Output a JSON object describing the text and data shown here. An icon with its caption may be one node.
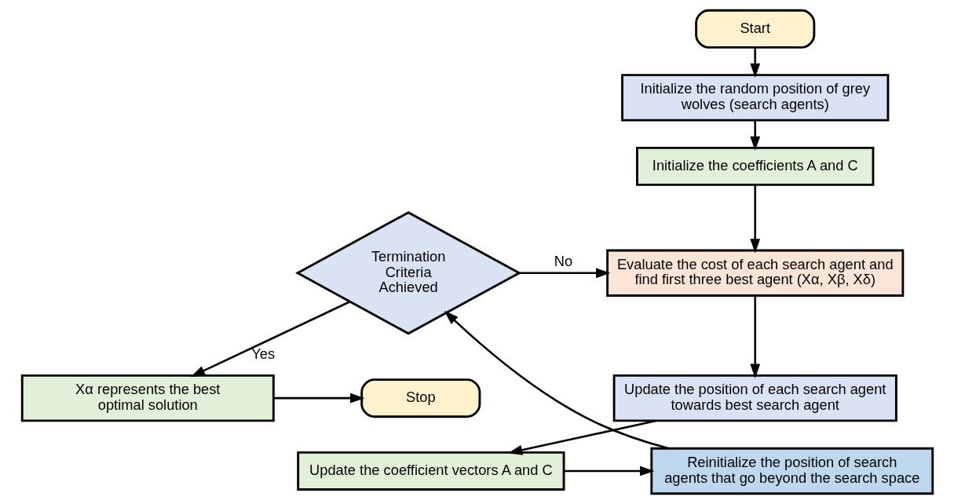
{
  "diagram": {
    "nodes": [
      {
        "text": [
          "Start"
        ]
      },
      {
        "text": [
          "Initialize the random position of grey wolves (search agents)"
        ]
      },
      {
        "text": [
          "Initialize the coefficients A and C"
        ]
      },
      {
        "text": [
          "Evaluate the cost of each search agent and find first three best agent (Xα, Xβ, Xδ)"
        ]
      },
      {
        "text": [
          "Update the position of each search agent towards best search agent"
        ]
      },
      {
        "text": [
          "Update the coefficient vectors A and C"
        ]
      },
      {
        "text": [
          "Reinitialize the position of search agents that go beyond the search space"
        ]
      },
      {
        "text": [
          "Termination Criteria Achieved"
        ]
      },
      {
        "text": [
          "Xα represents the best optimal solution"
        ]
      },
      {
        "text": [
          "Stop"
        ]
      }
    ],
    "edges": [
      {
        "from": 0,
        "to": 1,
        "arrow": "to"
      },
      {
        "from": 1,
        "to": 2,
        "arrow": "to"
      },
      {
        "from": 2,
        "to": 3,
        "arrow": "to"
      },
      {
        "from": 3,
        "to": 4,
        "arrow": "to"
      },
      {
        "from": 4,
        "to": 5,
        "arrow": "to"
      },
      {
        "from": 5,
        "to": 6,
        "arrow": "to"
      },
      {
        "from": 6,
        "to": 7,
        "arrow": "to"
      },
      {
        "from": 7,
        "to": 3,
        "arrow": "to",
        "label": "No"
      },
      {
        "from": 7,
        "to": 8,
        "arrow": "to",
        "label": "Yes"
      },
      {
        "from": 8,
        "to": 9,
        "arrow": "to"
      }
    ]
  }
}
